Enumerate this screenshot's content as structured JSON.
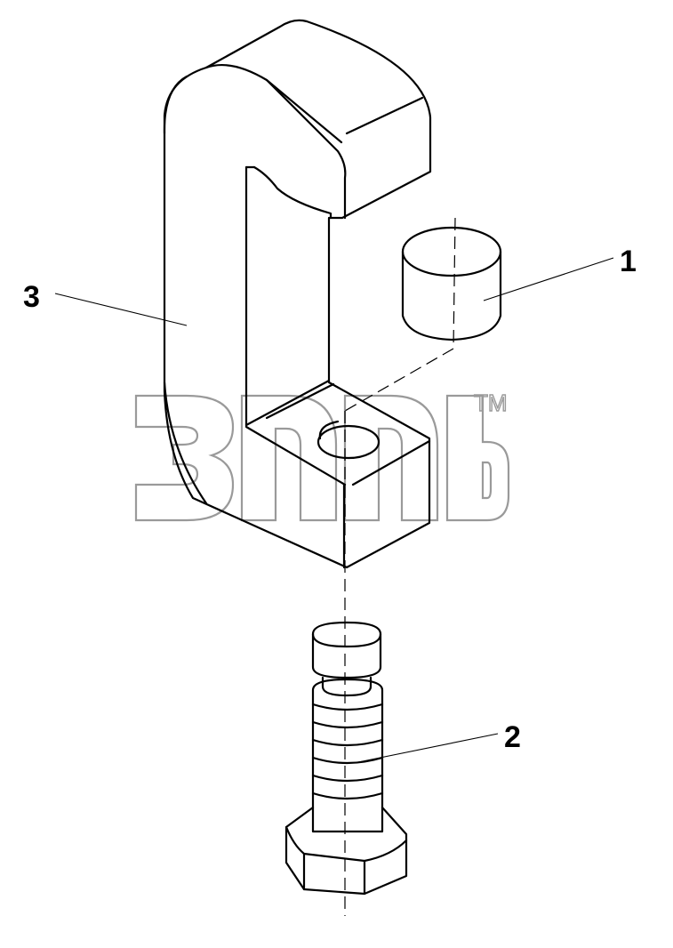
{
  "diagram": {
    "callouts": [
      {
        "id": "1",
        "label": "1"
      },
      {
        "id": "2",
        "label": "2"
      },
      {
        "id": "3",
        "label": "3"
      }
    ],
    "watermark": {
      "trademark": "TM"
    }
  }
}
